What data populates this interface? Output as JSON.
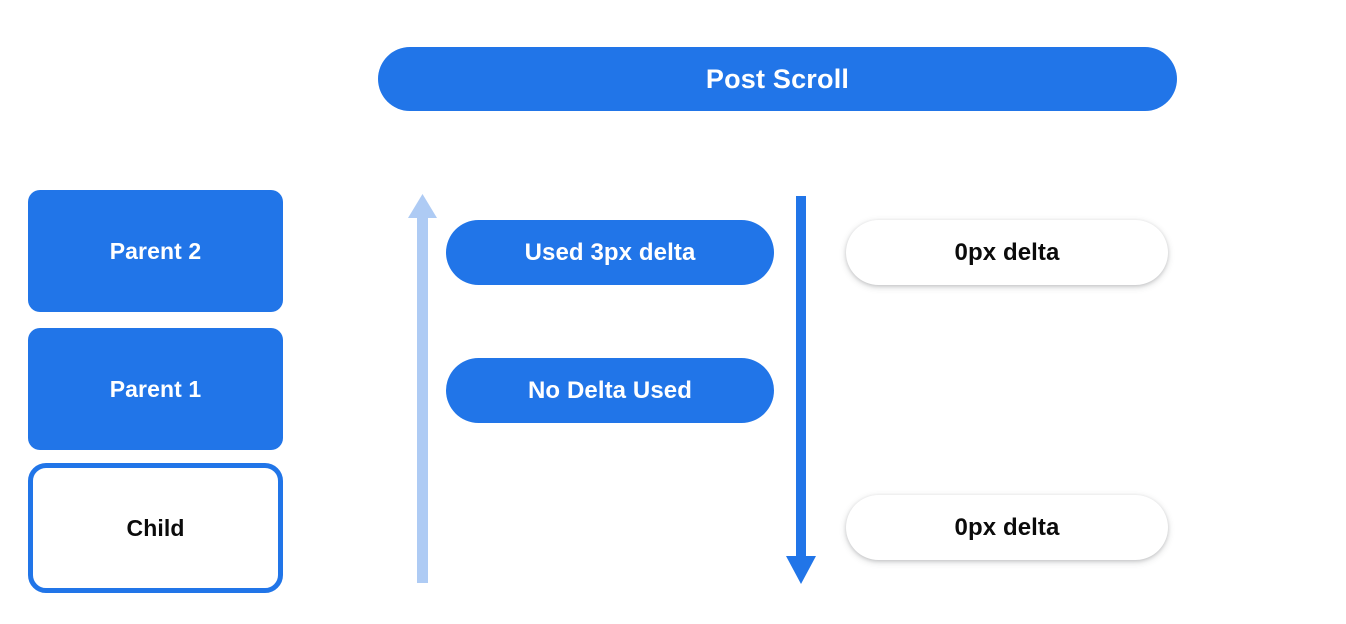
{
  "header": {
    "title": "Post Scroll"
  },
  "left_stack": {
    "items": [
      {
        "label": "Parent 2",
        "style": "filled"
      },
      {
        "label": "Parent 1",
        "style": "filled"
      },
      {
        "label": "Child",
        "style": "outlined"
      }
    ]
  },
  "middle_column": {
    "items": [
      {
        "label": "Used 3px delta"
      },
      {
        "label": "No Delta Used"
      }
    ]
  },
  "right_column": {
    "items": [
      {
        "label": "0px delta"
      },
      {
        "label": "0px delta"
      }
    ]
  },
  "arrows": {
    "left": {
      "name": "up-arrow-icon",
      "direction": "up",
      "color": "#aecbf4"
    },
    "right": {
      "name": "down-arrow-icon",
      "direction": "down",
      "color": "#2175e8"
    }
  },
  "colors": {
    "brand_blue": "#2175e8",
    "light_blue": "#aecbf4",
    "text_dark": "#0b0b0b",
    "text_light": "#ffffff",
    "background": "#ffffff"
  }
}
